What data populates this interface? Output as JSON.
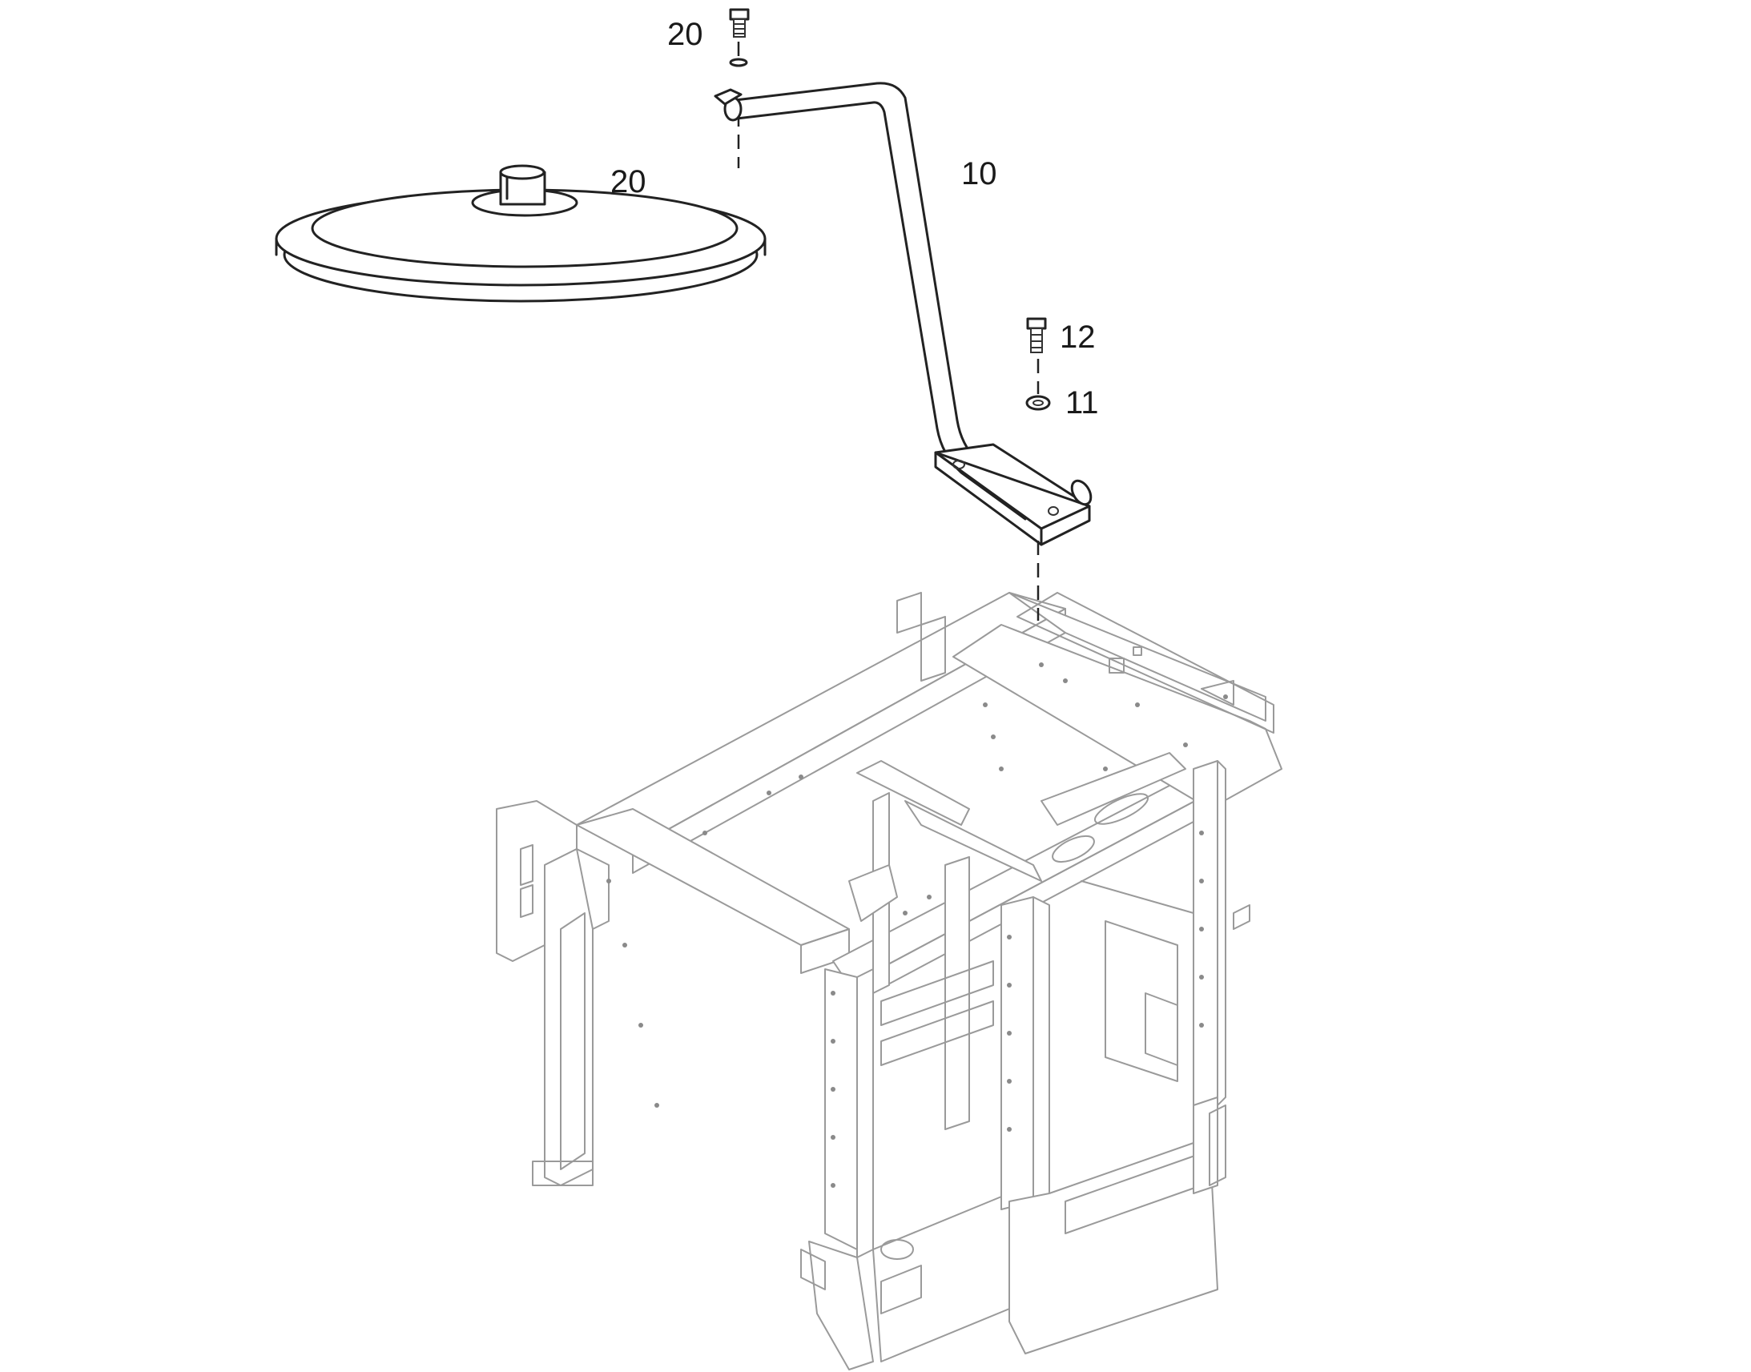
{
  "callouts": {
    "bolt_top": "20",
    "mirror": "20",
    "arm": "10",
    "bolt_base": "12",
    "washer_base": "11"
  }
}
